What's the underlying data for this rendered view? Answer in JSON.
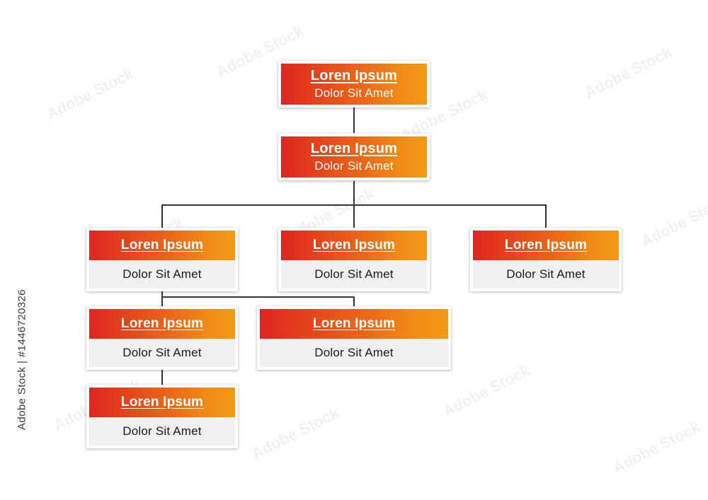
{
  "meta": {
    "watermark": "Adobe Stock | #1446720326",
    "tile_watermark": "Adobe Stock"
  },
  "palette": {
    "gradient_start": "#DE2520",
    "gradient_end": "#F29A16",
    "body_bg": "#F0F0F0",
    "connector": "#333333",
    "title_color": "#FFFFFF",
    "subtitle_dark": "#1A1A1A",
    "page_bg": "#FFFFFF"
  },
  "chart_data": {
    "type": "diagram",
    "subtype": "organization-chart",
    "title": "",
    "levels": 5,
    "nodes": [
      {
        "id": "n1",
        "level": 1,
        "title": "Loren Ipsum",
        "subtitle": "Dolor Sit Amet",
        "style": "full",
        "parent": null
      },
      {
        "id": "n2",
        "level": 2,
        "title": "Loren Ipsum",
        "subtitle": "Dolor Sit Amet",
        "style": "full",
        "parent": "n1"
      },
      {
        "id": "n3",
        "level": 3,
        "title": "Loren Ipsum",
        "subtitle": "Dolor Sit Amet",
        "style": "split",
        "parent": "n2"
      },
      {
        "id": "n4",
        "level": 3,
        "title": "Loren Ipsum",
        "subtitle": "Dolor Sit Amet",
        "style": "split",
        "parent": "n2"
      },
      {
        "id": "n5",
        "level": 3,
        "title": "Loren Ipsum",
        "subtitle": "Dolor Sit Amet",
        "style": "split",
        "parent": "n2"
      },
      {
        "id": "n6",
        "level": 4,
        "title": "Loren Ipsum",
        "subtitle": "Dolor Sit Amet",
        "style": "split",
        "parent": "n3"
      },
      {
        "id": "n7",
        "level": 4,
        "title": "Loren Ipsum",
        "subtitle": "Dolor Sit Amet",
        "style": "split",
        "parent": "n3"
      },
      {
        "id": "n8",
        "level": 5,
        "title": "Loren Ipsum",
        "subtitle": "Dolor Sit Amet",
        "style": "split",
        "parent": "n6"
      }
    ]
  }
}
